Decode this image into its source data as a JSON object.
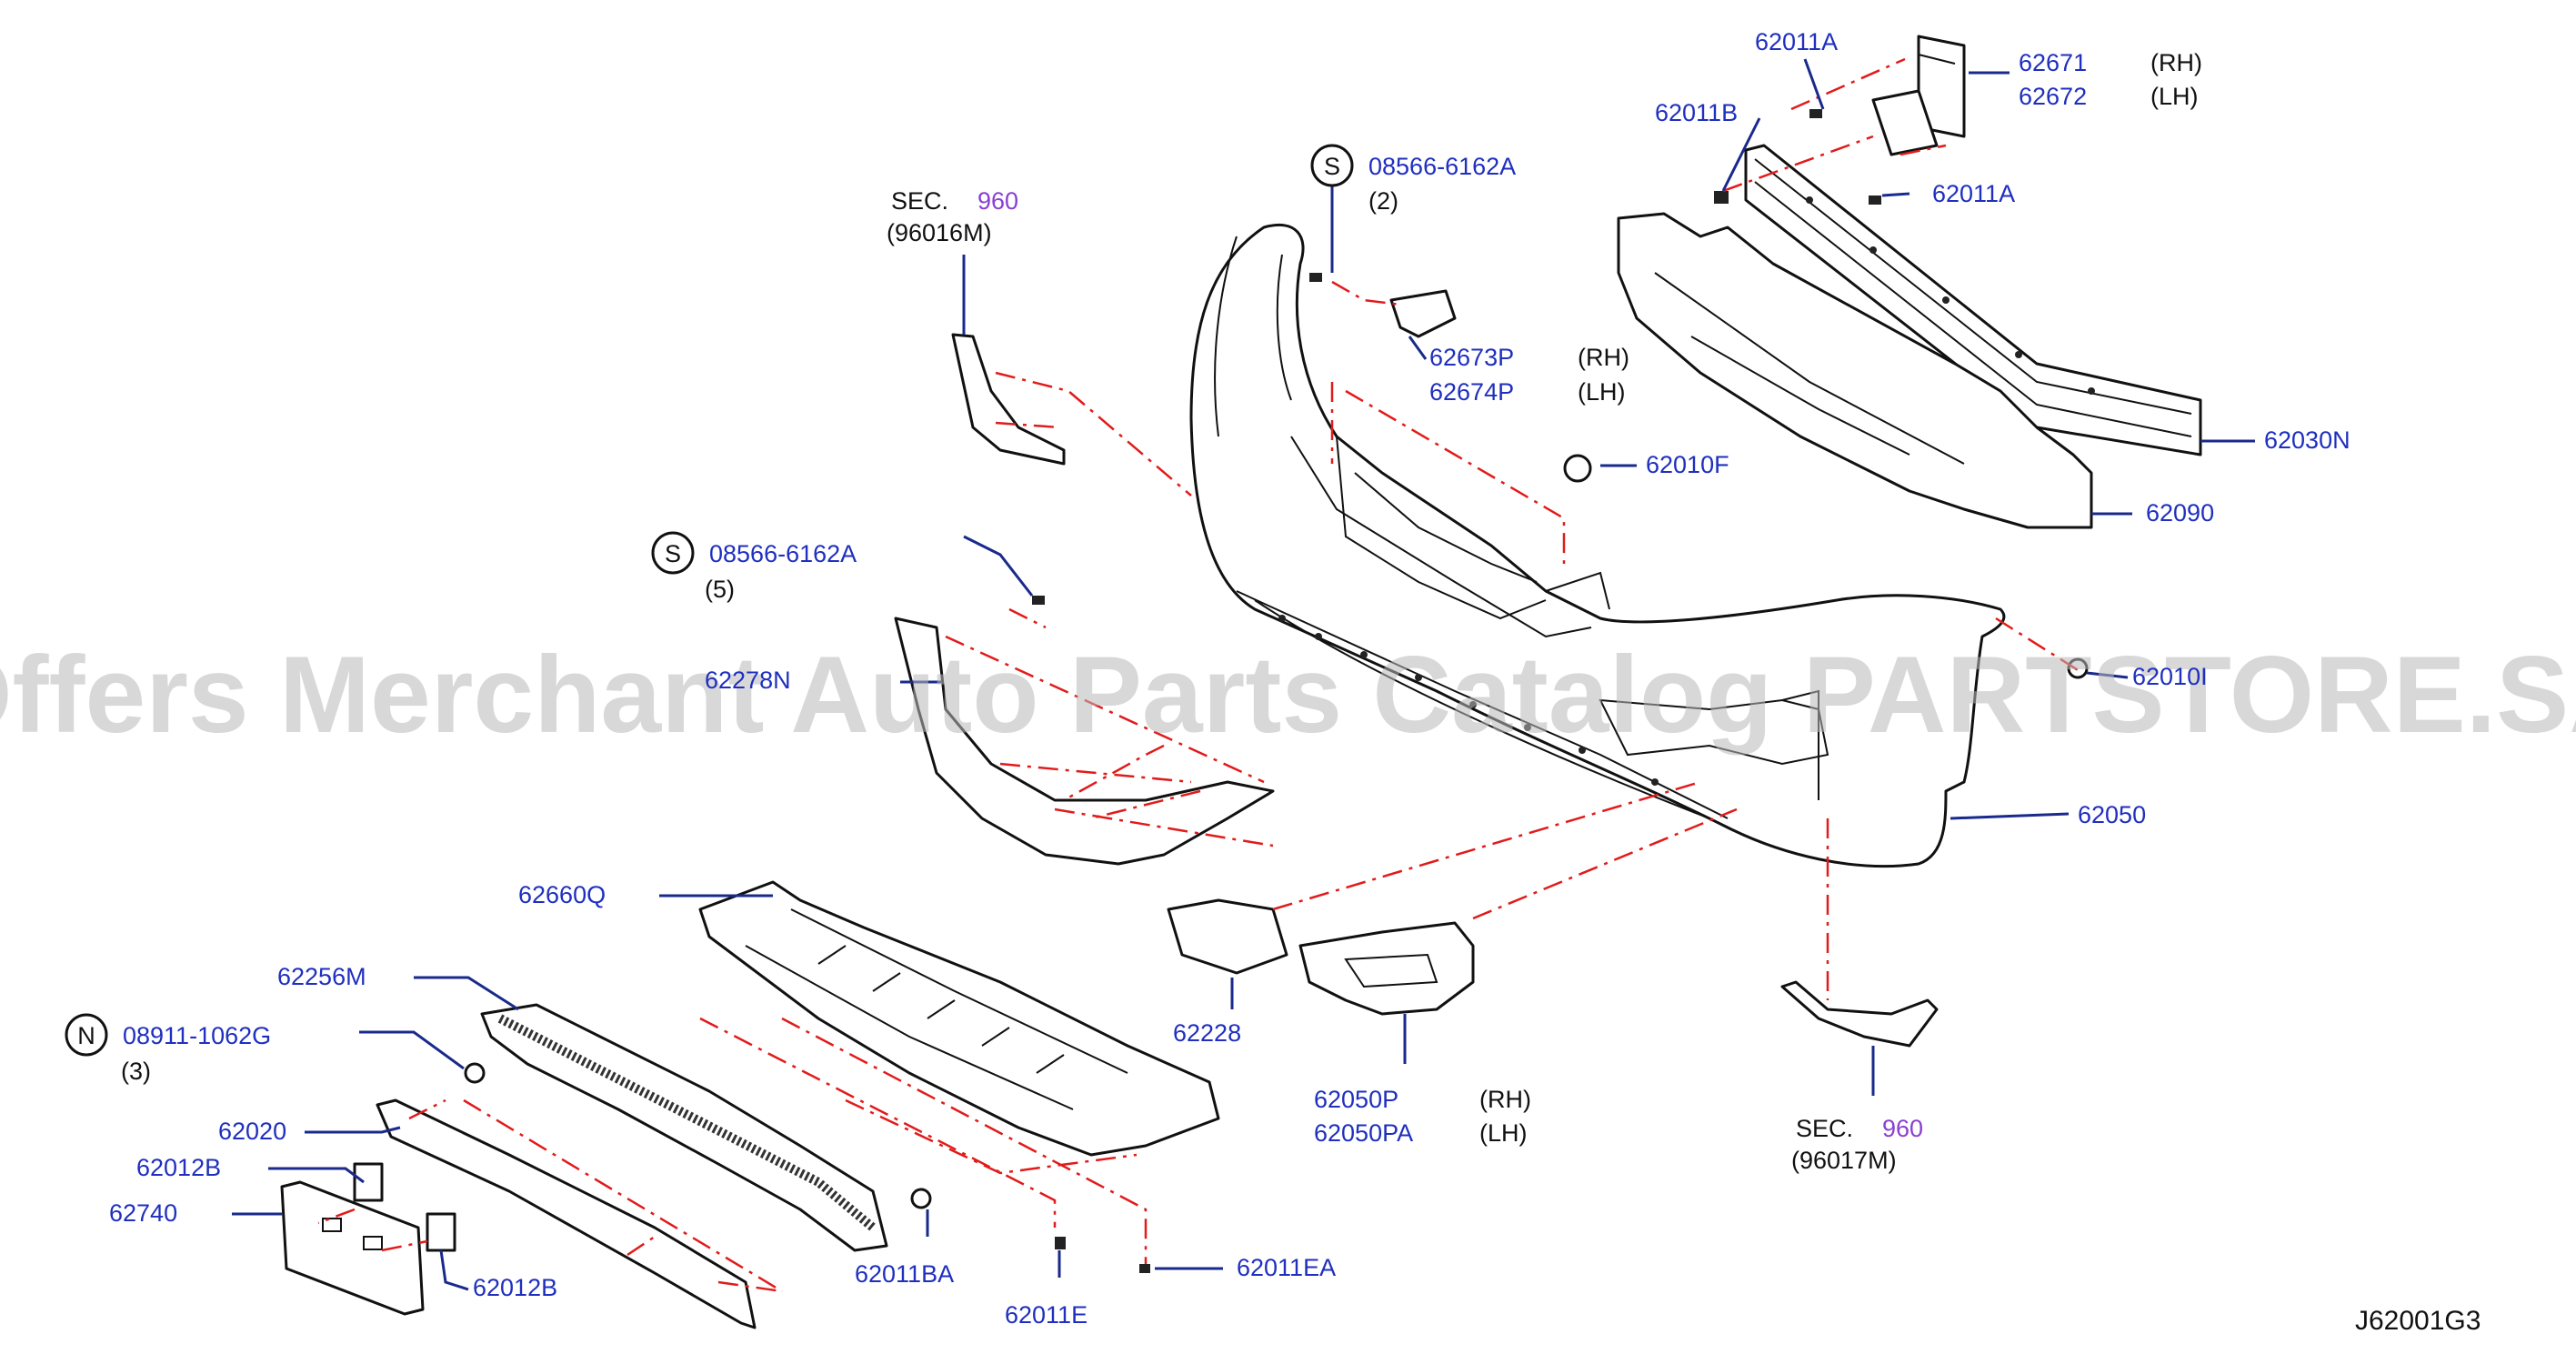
{
  "callouts": {
    "sec_960_a": "SEC.",
    "sec_960_a_num": "960",
    "sec_960_a_sub": "(96016M)",
    "sec_960_b": "SEC.",
    "sec_960_b_num": "960",
    "sec_960_b_sub": "(96017M)",
    "s_top_code": "08566-6162A",
    "s_top_qty": "(2)",
    "s_top_symbol": "S",
    "s_mid_code": "08566-6162A",
    "s_mid_qty": "(5)",
    "s_mid_symbol": "S",
    "n_code": "08911-1062G",
    "n_qty": "(3)",
    "n_symbol": "N",
    "p62011A_top": "62011A",
    "p62011A_bot": "62011A",
    "p62011B": "62011B",
    "p62671": "62671",
    "p62672": "62672",
    "rh1": "(RH)",
    "lh1": "(LH)",
    "p62673P": "62673P",
    "p62674P": "62674P",
    "rh2": "(RH)",
    "lh2": "(LH)",
    "p62010F": "62010F",
    "p62030N": "62030N",
    "p62090": "62090",
    "p62278": "62278N",
    "p620_right": "62010I",
    "p62050": "62050",
    "p62660Q": "62660Q",
    "p62256M": "62256M",
    "p62020": "62020",
    "p62012B_top": "62012B",
    "p62012B_bot": "62012B",
    "p62740": "62740",
    "p62228": "62228",
    "p62050P": "62050P",
    "p62050PA": "62050PA",
    "rh3": "(RH)",
    "lh3": "(LH)",
    "p62011BA": "62011BA",
    "p62011E": "62011E",
    "p62011EA": "62011EA",
    "diagram_code": "J62001G3"
  },
  "watermark": "Offers Merchant Auto Parts Catalog PARTSTORE.SA",
  "colors": {
    "part_number": "#1f2fbf",
    "section_ref": "#8a3fd1",
    "cut_line": "#e11b1b",
    "leader": "#1a2a8c"
  }
}
